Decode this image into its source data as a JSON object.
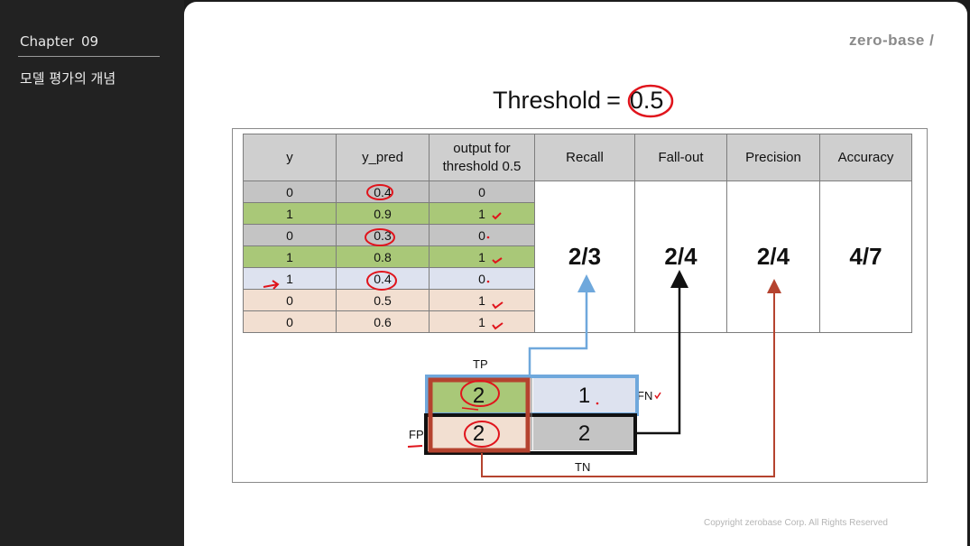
{
  "sidebar": {
    "chapter_label": "Chapter",
    "chapter_number": "09",
    "lesson_title": "모델 평가의 개념"
  },
  "brand": {
    "logo": "zero-base /",
    "copyright": "Copyright zerobase Corp. All Rights Reserved"
  },
  "slide": {
    "threshold_label": "Threshold",
    "threshold_equals": "=",
    "threshold_value": "0.5",
    "table": {
      "headers": [
        "y",
        "y_pred",
        "output for threshold 0.5",
        "Recall",
        "Fall-out",
        "Precision",
        "Accuracy"
      ],
      "rows": [
        {
          "y": "0",
          "y_pred": "0.4",
          "output": "0"
        },
        {
          "y": "1",
          "y_pred": "0.9",
          "output": "1"
        },
        {
          "y": "0",
          "y_pred": "0.3",
          "output": "0"
        },
        {
          "y": "1",
          "y_pred": "0.8",
          "output": "1"
        },
        {
          "y": "1",
          "y_pred": "0.4",
          "output": "0"
        },
        {
          "y": "0",
          "y_pred": "0.5",
          "output": "1"
        },
        {
          "y": "0",
          "y_pred": "0.6",
          "output": "1"
        }
      ],
      "metrics": {
        "recall": "2/3",
        "fallout": "2/4",
        "precision": "2/4",
        "accuracy": "4/7"
      }
    },
    "matrix": {
      "tp_label": "TP",
      "fn_label": "FN",
      "fp_label": "FP",
      "tn_label": "TN",
      "tp": "2",
      "fn": "1",
      "fp": "2",
      "tn": "2"
    }
  },
  "colors": {
    "green": "#a9c878",
    "gray": "#c4c4c4",
    "light_blue": "#dde2ef",
    "peach": "#f2dfd1",
    "annotation_red": "#e0141c",
    "arrow_blue": "#6fa8dc",
    "arrow_red": "#b5432f"
  }
}
